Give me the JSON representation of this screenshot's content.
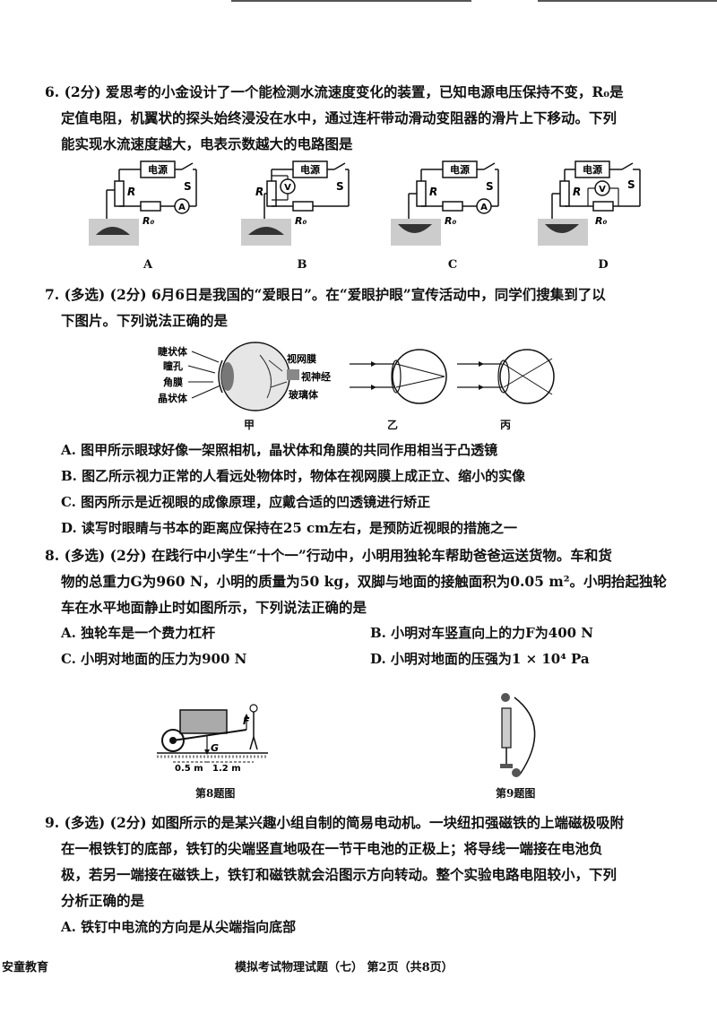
{
  "q6": {
    "line1": "6. (2分) 爱思考的小金设计了一个能检测水流速度变化的装置，已知电源电压保持不变，R₀是",
    "line2": "定值电阻，机翼状的探头始终浸没在水中，通过连杆带动滑动变阻器的滑片上下移动。下列",
    "line3": "能实现水流速度越大，电表示数越大的电路图是",
    "circuit_power": "电源",
    "circuit_switch": "S",
    "circuit_r": "R",
    "circuit_r0": "R₀",
    "ammeter": "A",
    "voltmeter": "V",
    "labels": [
      "A",
      "B",
      "C",
      "D"
    ]
  },
  "q7": {
    "line1": "7. (多选) (2分) 6月6日是我国的“爱眼日”。在“爱眼护眼”宣传活动中，同学们搜集到了以",
    "line2": "下图片。下列说法正确的是",
    "eye_left_labels": [
      "睫状体",
      "瞳孔",
      "角膜",
      "晶状体"
    ],
    "eye_right_labels": [
      "视网膜",
      "视神经",
      "玻璃体"
    ],
    "fig_labels": [
      "甲",
      "乙",
      "丙"
    ],
    "options": [
      "A. 图甲所示眼球好像一架照相机，晶状体和角膜的共同作用相当于凸透镜",
      "B. 图乙所示视力正常的人看远处物体时，物体在视网膜上成正立、缩小的实像",
      "C. 图丙所示是近视眼的成像原理，应戴合适的凹透镜进行矫正",
      "D. 读写时眼睛与书本的距离应保持在25 cm左右，是预防近视眼的措施之一"
    ]
  },
  "q8": {
    "line1": "8. (多选) (2分) 在践行中小学生“十个一”行动中，小明用独轮车帮助爸爸运送货物。车和货",
    "line2": "物的总重力G为960 N，小明的质量为50 kg，双脚与地面的接触面积为0.05 m²。小明抬起独轮",
    "line3": "车在水平地面静止时如图所示，下列说法正确的是",
    "options": [
      "A. 独轮车是一个费力杠杆",
      "B. 小明对车竖直向上的力F为400 N",
      "C. 小明对地面的压力为900 N",
      "D. 小明对地面的压强为1 × 10⁴ Pa"
    ],
    "fig_f": "F",
    "fig_g": "G",
    "fig_d1": "0.5 m",
    "fig_d2": "1.2 m",
    "caption": "第8题图"
  },
  "q9": {
    "line1": "9. (多选) (2分) 如图所示的是某兴趣小组自制的简易电动机。一块纽扣强磁铁的上端磁极吸附",
    "line2": "在一根铁钉的底部，铁钉的尖端竖直地吸在一节干电池的正极上；将导线一端接在电池负",
    "line3": "极，若另一端接在磁铁上，铁钉和磁铁就会沿图示方向转动。整个实验电路电阻较小，下列",
    "line4": "分析正确的是",
    "options": [
      "A. 铁钉中电流的方向是从尖端指向底部"
    ],
    "caption": "第9题图"
  },
  "footer": {
    "left": "安童教育",
    "center": "模拟考试物理试题（七）   第2页（共8页）"
  }
}
